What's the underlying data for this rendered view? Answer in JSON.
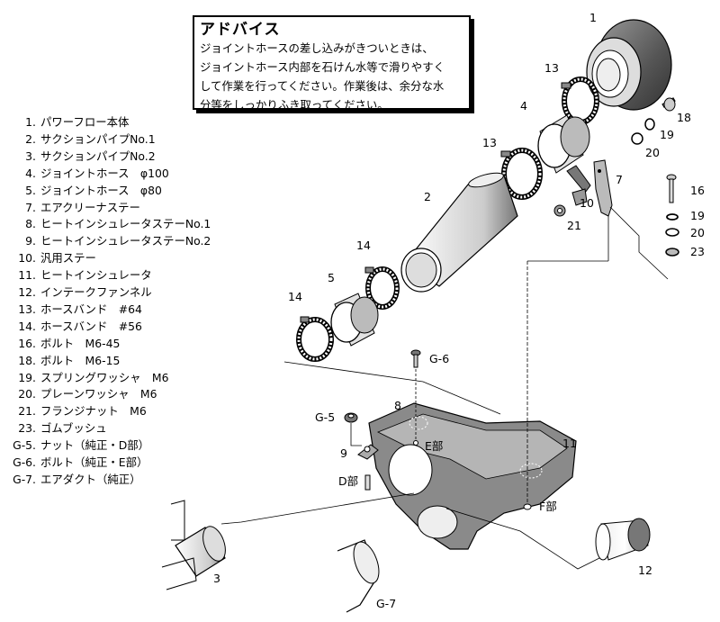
{
  "advice": {
    "title": "アドバイス",
    "lines": [
      "ジョイントホースの差し込みがきついときは、",
      "ジョイントホース内部を石けん水等で滑りやすく",
      "して作業を行ってください。作業後は、余分な水",
      "分等をしっかりふき取ってください。"
    ]
  },
  "parts": [
    {
      "num": "1.",
      "name": "パワーフロー本体"
    },
    {
      "num": "2.",
      "name": "サクションパイプNo.1"
    },
    {
      "num": "3.",
      "name": "サクションパイプNo.2"
    },
    {
      "num": "4.",
      "name": "ジョイントホース　φ100"
    },
    {
      "num": "5.",
      "name": "ジョイントホース　φ80"
    },
    {
      "num": "7.",
      "name": "エアクリーナステー"
    },
    {
      "num": "8.",
      "name": "ヒートインシュレータステーNo.1"
    },
    {
      "num": "9.",
      "name": "ヒートインシュレータステーNo.2"
    },
    {
      "num": "10.",
      "name": "汎用ステー"
    },
    {
      "num": "11.",
      "name": "ヒートインシュレータ"
    },
    {
      "num": "12.",
      "name": "インテークファンネル"
    },
    {
      "num": "13.",
      "name": "ホースバンド　#64"
    },
    {
      "num": "14.",
      "name": "ホースバンド　#56"
    },
    {
      "num": "16.",
      "name": "ボルト　M6-45"
    },
    {
      "num": "18.",
      "name": "ボルト　M6-15"
    },
    {
      "num": "19.",
      "name": "スプリングワッシャ　M6"
    },
    {
      "num": "20.",
      "name": "プレーンワッシャ　M6"
    },
    {
      "num": "21.",
      "name": "フランジナット　M6"
    },
    {
      "num": "23.",
      "name": "ゴムブッシュ"
    },
    {
      "num": "G-5.",
      "name": "ナット（純正・D部）"
    },
    {
      "num": "G-6.",
      "name": "ボルト（純正・E部）"
    },
    {
      "num": "G-7.",
      "name": "エアダクト（純正）"
    }
  ],
  "callouts": {
    "c1": "1",
    "c13a": "13",
    "c4": "4",
    "c18": "18",
    "c19a": "19",
    "c20a": "20",
    "c13b": "13",
    "c7": "7",
    "c16": "16",
    "c2": "2",
    "c10": "10",
    "c21": "21",
    "c19b": "19",
    "c20b": "20",
    "c23": "23",
    "c14a": "14",
    "c5": "5",
    "c14b": "14",
    "cG6": "G-6",
    "cG5": "G-5",
    "c8": "8",
    "c9": "9",
    "cE": "E部",
    "c11": "11",
    "cD": "D部",
    "cF": "F部",
    "c3": "3",
    "c12": "12",
    "cG7": "G-7"
  }
}
